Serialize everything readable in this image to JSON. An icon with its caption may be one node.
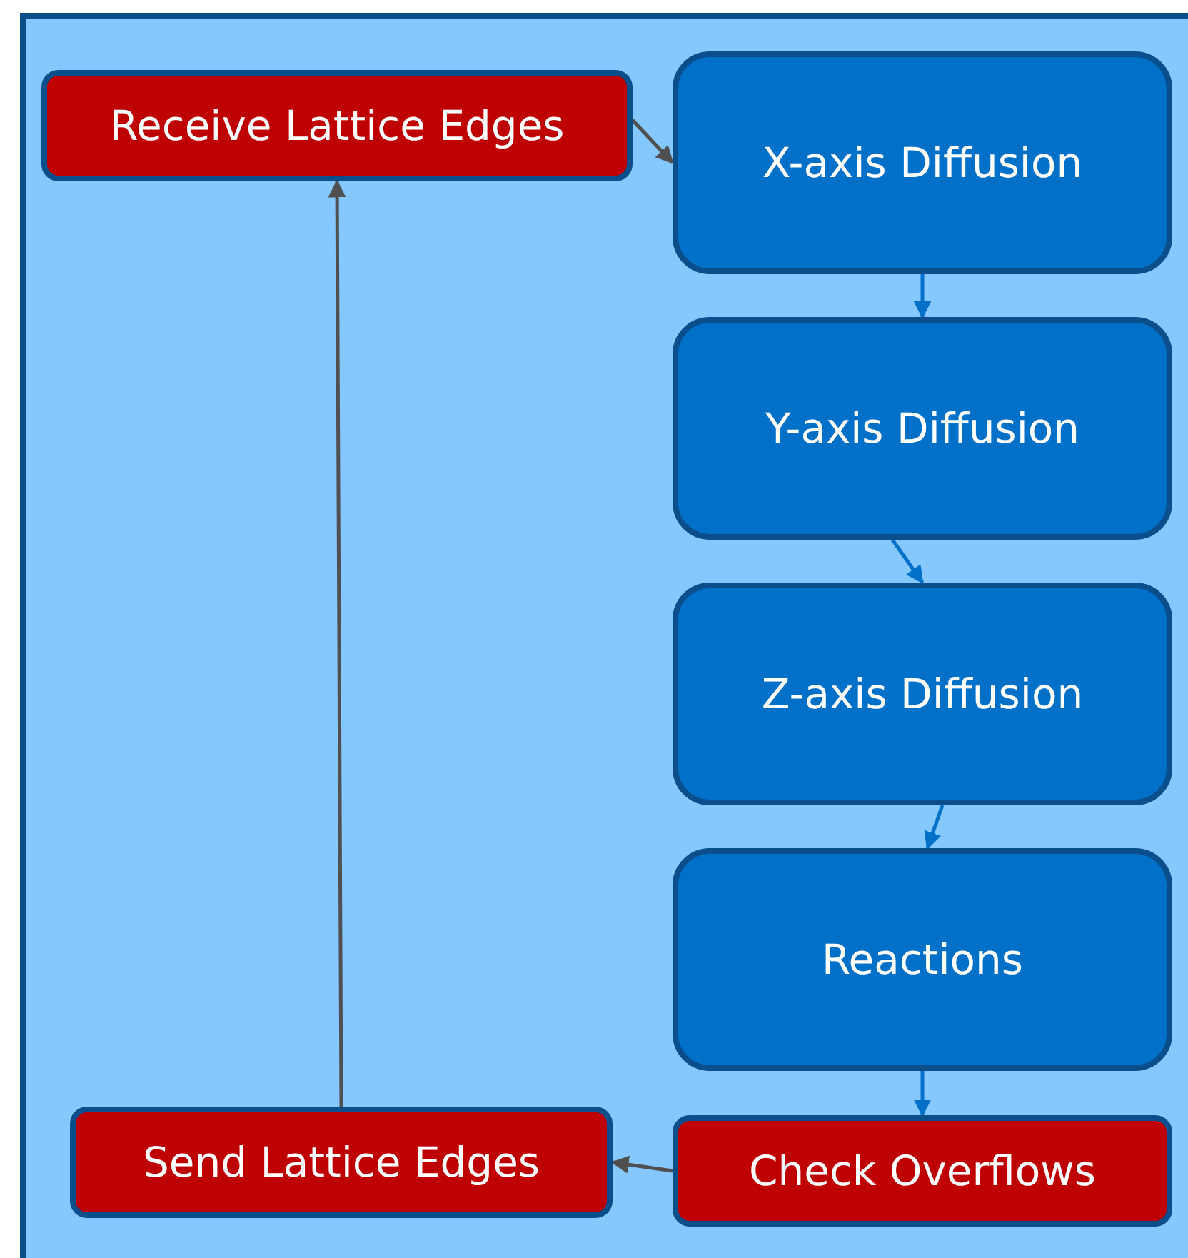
{
  "diagram": {
    "nodes": [
      {
        "text": [
          "Receive Lattice Edges"
        ]
      },
      {
        "text": [
          "X-axis Diffusion"
        ]
      },
      {
        "text": [
          "Y-axis Diffusion"
        ]
      },
      {
        "text": [
          "Z-axis Diffusion"
        ]
      },
      {
        "text": [
          "Reactions"
        ]
      },
      {
        "text": [
          "Check Overflows"
        ]
      },
      {
        "text": [
          "Send Lattice Edges"
        ]
      }
    ],
    "edges": [
      {
        "from": 0,
        "to": 1,
        "arrow": "to",
        "color": "#505050"
      },
      {
        "from": 1,
        "to": 2,
        "arrow": "to"
      },
      {
        "from": 2,
        "to": 3,
        "arrow": "to"
      },
      {
        "from": 3,
        "to": 4,
        "arrow": "to"
      },
      {
        "from": 4,
        "to": 5,
        "arrow": "to"
      },
      {
        "from": 5,
        "to": 6,
        "arrow": "to",
        "color": "#505050"
      },
      {
        "from": 6,
        "to": 0,
        "arrow": "to",
        "color": "#505050"
      }
    ]
  }
}
